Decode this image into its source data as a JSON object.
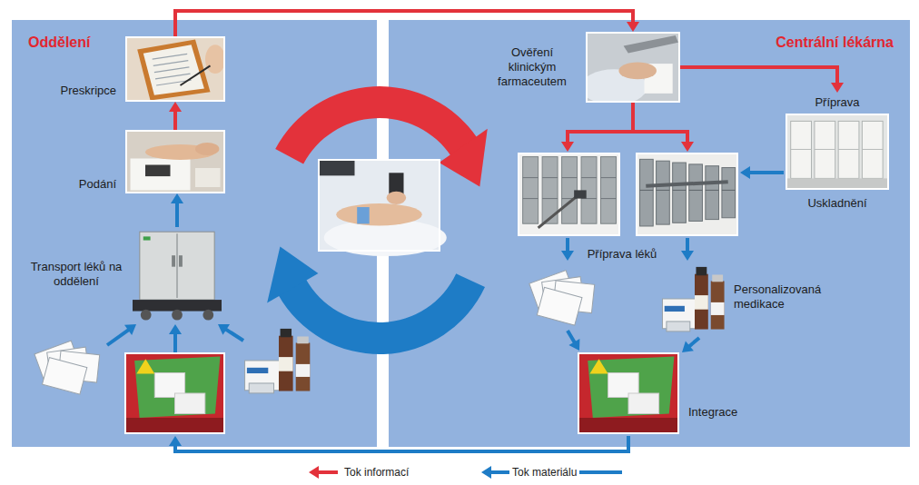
{
  "diagram": {
    "nodes": [
      {
        "text": [
          "Oddělení"
        ]
      },
      {
        "text": [
          "Centrální lékárna"
        ]
      },
      {
        "text": [
          "Preskripce"
        ],
        "in": 0
      },
      {
        "text": [
          "Podání"
        ],
        "in": 0
      },
      {
        "text": [
          "Transport léků na oddělení"
        ],
        "in": 0
      },
      {
        "text": [
          "Ověření klinickým farmaceutem"
        ],
        "in": 1
      },
      {
        "text": [
          "Příprava",
          "Uskladnění"
        ],
        "in": 1
      },
      {
        "text": [
          "Integrace"
        ],
        "in": 1
      }
    ],
    "edges": [
      {
        "from": 2,
        "to": 5,
        "arrow": "to"
      },
      {
        "from": 5,
        "to": 6,
        "arrow": "to"
      },
      {
        "from": 3,
        "to": 2,
        "arrow": "to"
      },
      {
        "from": 4,
        "to": 3,
        "arrow": "to"
      }
    ],
    "labels": [
      "Příprava léků",
      "Personalizovaná medikace"
    ],
    "legend": [
      {
        "text": "Tok informací"
      },
      {
        "text": "Tok materiálu"
      }
    ]
  }
}
